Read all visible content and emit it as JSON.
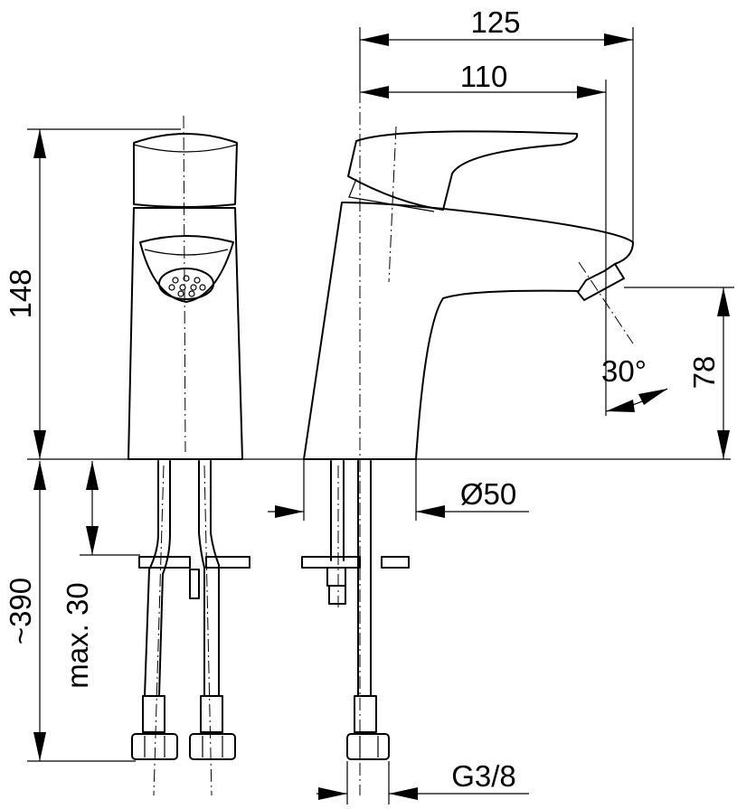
{
  "diagram": {
    "dimensions": {
      "overall_length": "125",
      "spout_reach": "110",
      "height": "148",
      "spout_height": "78",
      "spout_angle": "30°",
      "base_diameter": "Ø50",
      "hose_length": "~390",
      "max_counter_thickness": "max. 30",
      "thread": "G3/8"
    }
  }
}
